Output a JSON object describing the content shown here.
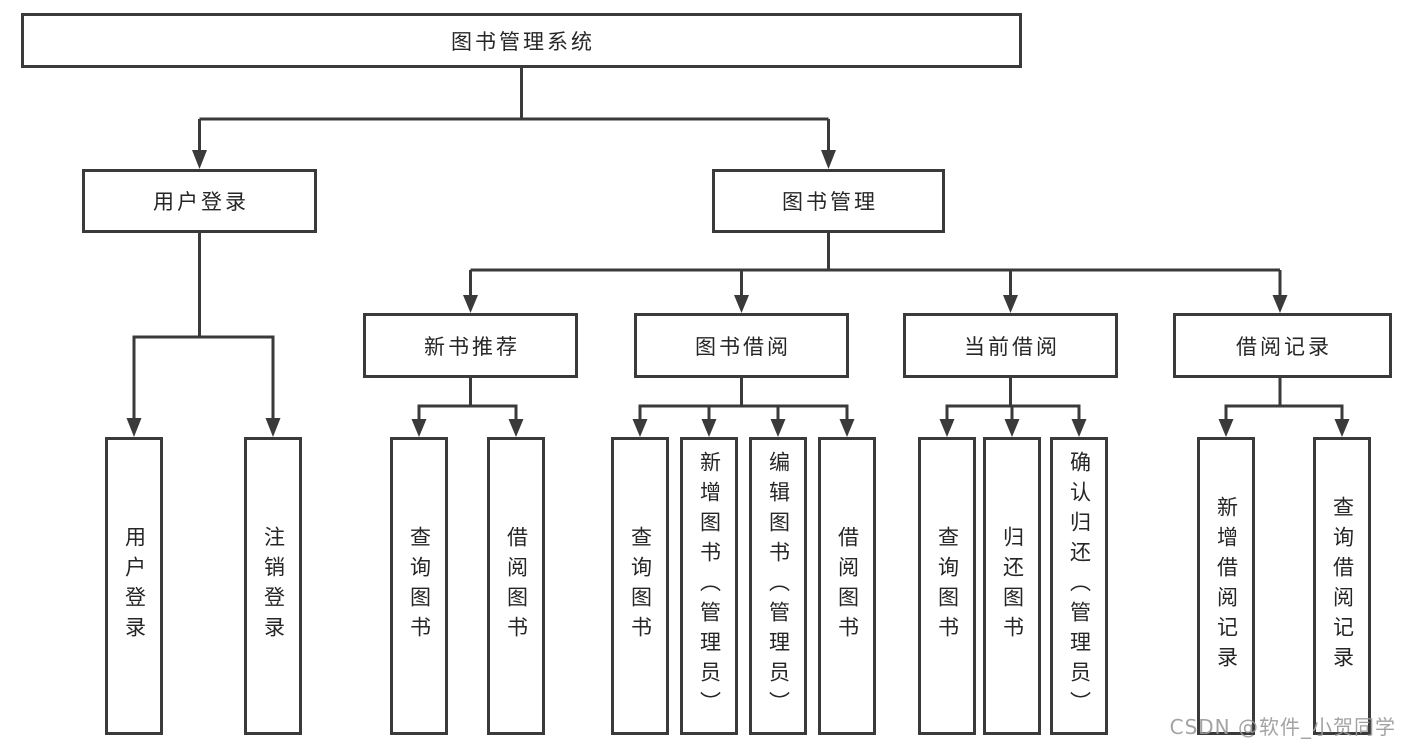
{
  "diagram": {
    "type": "hierarchy-tree",
    "colors": {
      "line": "#3a3a3a",
      "border": "#3a3a3a",
      "text": "#262626",
      "background": "#ffffff",
      "watermark": "#9b9b9b"
    },
    "watermark": "CSDN @软件_小贺同学",
    "tree": {
      "root": {
        "label": "图书管理系统"
      },
      "children": [
        {
          "label": "用户登录",
          "children": [
            {
              "label": "用户登录"
            },
            {
              "label": "注销登录"
            }
          ]
        },
        {
          "label": "图书管理",
          "children": [
            {
              "label": "新书推荐",
              "children": [
                {
                  "label": "查询图书"
                },
                {
                  "label": "借阅图书"
                }
              ]
            },
            {
              "label": "图书借阅",
              "children": [
                {
                  "label": "查询图书"
                },
                {
                  "label": "新增图书（管理员）"
                },
                {
                  "label": "编辑图书（管理员）"
                },
                {
                  "label": "借阅图书"
                }
              ]
            },
            {
              "label": "当前借阅",
              "children": [
                {
                  "label": "查询图书"
                },
                {
                  "label": "归还图书"
                },
                {
                  "label": "确认归还（管理员）"
                }
              ]
            },
            {
              "label": "借阅记录",
              "children": [
                {
                  "label": "新增借阅记录"
                },
                {
                  "label": "查询借阅记录"
                }
              ]
            }
          ]
        }
      ]
    }
  }
}
